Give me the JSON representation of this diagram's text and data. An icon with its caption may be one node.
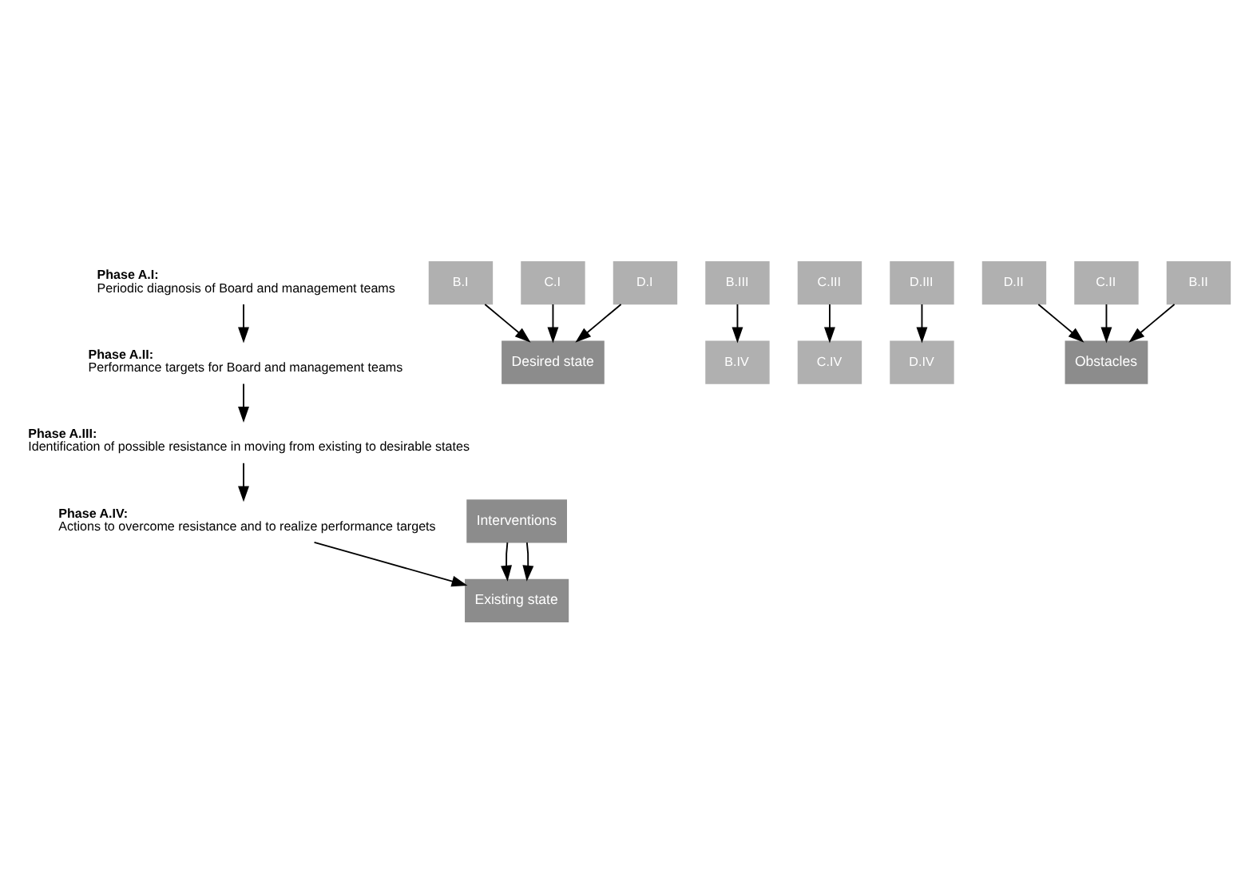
{
  "diagram": {
    "nodes": [
      {
        "text": [
          "Phase A.I:",
          "Periodic diagnosis of Board and management teams"
        ]
      },
      {
        "text": [
          "Existing state"
        ]
      },
      {
        "text": [
          "B.I"
        ]
      },
      {
        "text": [
          "C.I"
        ]
      },
      {
        "text": [
          "D.I"
        ]
      },
      {
        "text": [
          "Phase A.IV:",
          "Actions to overcome resistance and to realize performance targets"
        ]
      },
      {
        "text": [
          "Interventions"
        ]
      },
      {
        "text": [
          "Desired state"
        ]
      },
      {
        "text": [
          "Phase A.II:",
          "Performance targets for Board and management teams"
        ]
      },
      {
        "text": [
          "B.IV"
        ]
      },
      {
        "text": [
          "C.IV"
        ]
      },
      {
        "text": [
          "D.IV"
        ]
      },
      {
        "text": [
          "D.II"
        ]
      },
      {
        "text": [
          "C.II"
        ]
      },
      {
        "text": [
          "B.II"
        ]
      },
      {
        "text": [
          "D.III"
        ]
      },
      {
        "text": [
          "Obstacles"
        ]
      },
      {
        "text": [
          "C.III"
        ]
      },
      {
        "text": [
          "B.III"
        ]
      },
      {
        "text": [
          "Phase A.III:",
          "Identification of possible resistance in moving from existing to desirable states"
        ]
      }
    ],
    "edges": [
      {
        "from": 0,
        "to": 8,
        "arrow": "to"
      },
      {
        "from": 8,
        "to": 19,
        "arrow": "to"
      },
      {
        "from": 19,
        "to": 5,
        "arrow": "to"
      },
      {
        "from": 5,
        "to": 1,
        "arrow": "to"
      },
      {
        "from": 6,
        "to": 1,
        "arrow": "to"
      },
      {
        "from": 6,
        "to": 1,
        "arrow": "to"
      },
      {
        "from": 2,
        "to": 7,
        "arrow": "to"
      },
      {
        "from": 3,
        "to": 7,
        "arrow": "to"
      },
      {
        "from": 4,
        "to": 7,
        "arrow": "to"
      },
      {
        "from": 14,
        "to": 16,
        "arrow": "to"
      },
      {
        "from": 13,
        "to": 16,
        "arrow": "to"
      },
      {
        "from": 12,
        "to": 16,
        "arrow": "to"
      },
      {
        "from": 15,
        "to": 11,
        "arrow": "to"
      },
      {
        "from": 17,
        "to": 10,
        "arrow": "to"
      },
      {
        "from": 18,
        "to": 9,
        "arrow": "to"
      }
    ]
  }
}
